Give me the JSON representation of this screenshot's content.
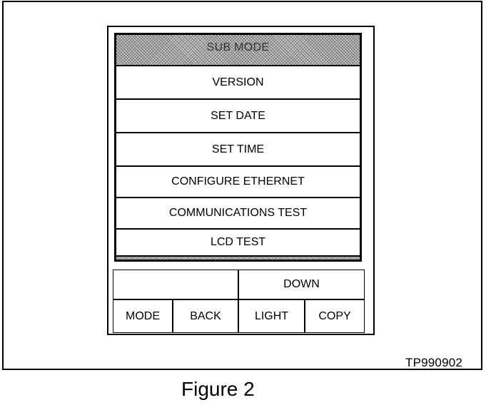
{
  "screen": {
    "title": "SUB MODE",
    "menu_items": [
      "VERSION",
      "SET DATE",
      "SET TIME",
      "CONFIGURE ETHERNET",
      "COMMUNICATIONS TEST",
      "LCD TEST"
    ]
  },
  "buttons": {
    "top_left": "",
    "down": "DOWN",
    "mode": "MODE",
    "back": "BACK",
    "light": "LIGHT",
    "copy": "COPY"
  },
  "figure": {
    "code": "TP990902",
    "caption": "Figure 2"
  },
  "colors": {
    "screen_hatch": "#c8c8c8",
    "line": "#000000",
    "background": "#ffffff"
  }
}
